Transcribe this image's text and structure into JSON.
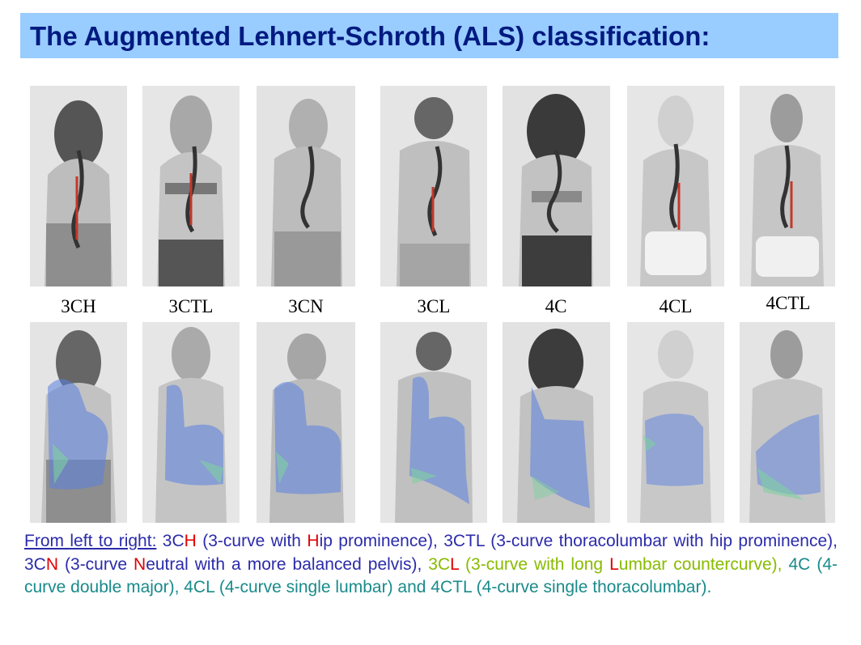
{
  "title": "The Augmented Lehnert-Schroth (ALS) classification:",
  "labels": [
    "3CH",
    "3CTL",
    "3CN",
    "3CL",
    "4C",
    "4CL",
    "4CTL"
  ],
  "caption": {
    "lead": "From left to right:",
    "s1": " 3C",
    "s2": "H",
    "s3": " (3-curve with ",
    "s4": "H",
    "s5": "ip prominence), 3CTL (3-curve thoracolumbar with hip prominence), 3C",
    "s6": "N",
    "s7": " (3-curve ",
    "s8": "N",
    "s9": "eutral with a more balanced pelvis), ",
    "s10": "3C",
    "s11": "L",
    "s12": " (3-curve with long ",
    "s13": "L",
    "s14": "umbar countercurve),",
    "s15": " 4C (4-curve double major), 4CL (4-curve single lumbar) and 4CTL (4-curve single thoracolumbar)."
  },
  "colors": {
    "title_bg": "#99ccff",
    "title_text": "#001a80",
    "caption_text": "#2b2baa",
    "highlight_red": "#e00000",
    "highlight_yellowgreen": "#88bb00",
    "highlight_teal": "#1a8a8a",
    "overlay_blue": "#5a7fe0",
    "overlay_green": "#7fd0a0",
    "spine_red": "#c0392b"
  }
}
